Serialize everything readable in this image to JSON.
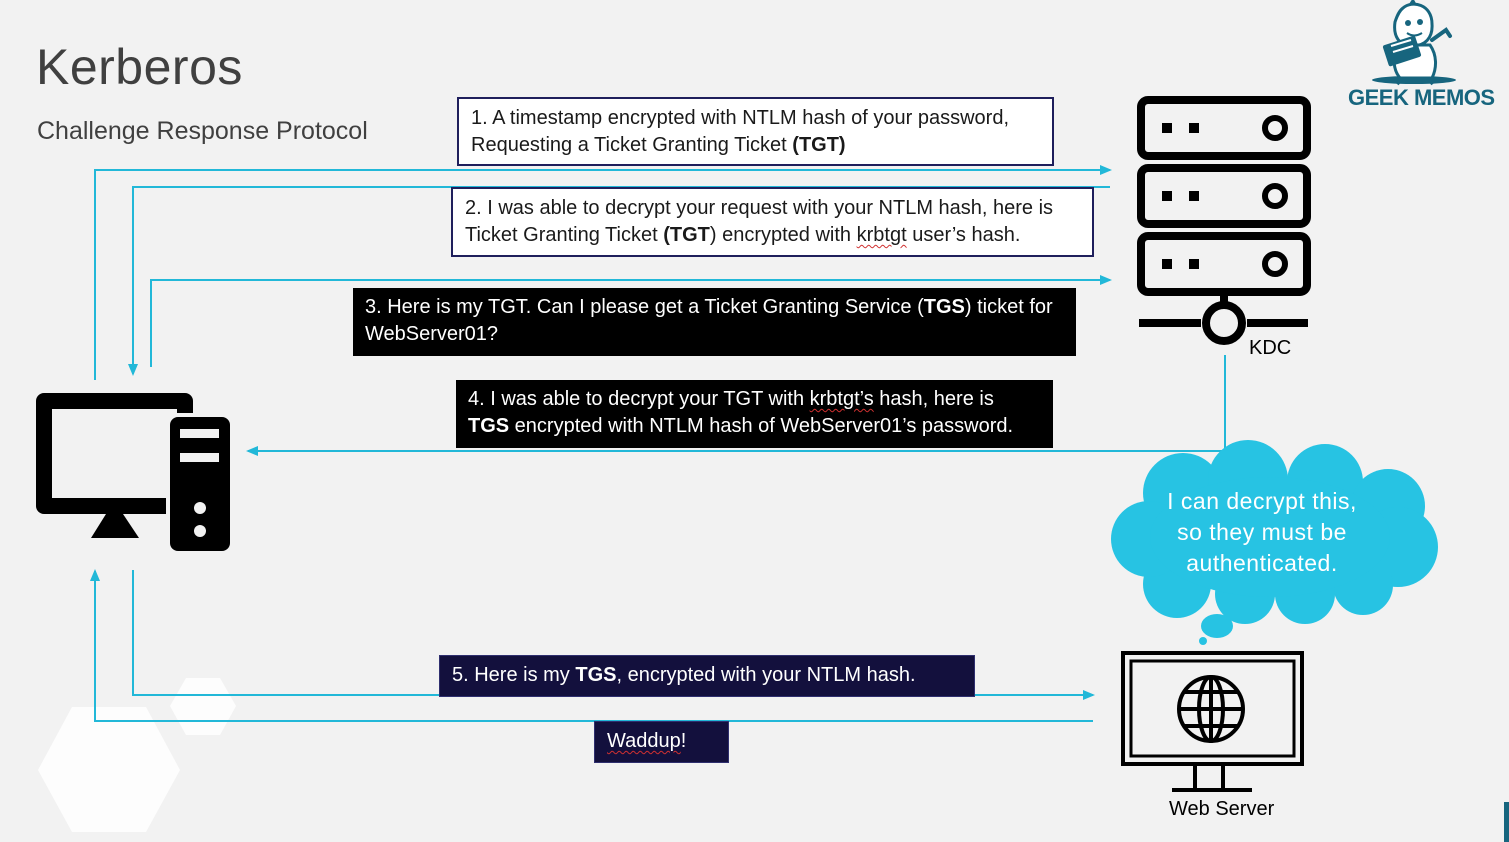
{
  "title": "Kerberos",
  "subtitle": "Challenge Response Protocol",
  "logo_text": "GEEK MEMOS",
  "nodes": {
    "kdc_label": "KDC",
    "web_server_label": "Web Server"
  },
  "messages": {
    "m1": {
      "line1": "1. A timestamp encrypted with NTLM hash of your password,",
      "line2_a": "Requesting a Ticket Granting Ticket ",
      "line2_b": "(TGT)"
    },
    "m2": {
      "line1": "2. I was able to decrypt your request with your NTLM hash, here is",
      "line2_a": "Ticket Granting Ticket ",
      "line2_b": "(TGT",
      "line2_c": ") encrypted with ",
      "line2_d": "krbtgt",
      "line2_e": " user’s hash."
    },
    "m3": {
      "line1_a": "3. Here is my TGT. Can I please get a Ticket Granting Service (",
      "line1_b": "TGS",
      "line1_c": ") ticket for",
      "line2": "WebServer01?"
    },
    "m4": {
      "line1_a": "4. I was able to decrypt your TGT with ",
      "line1_b": "krbtgt’s",
      "line1_c": " hash, here is",
      "line2_a": "TGS",
      "line2_b": " encrypted with NTLM hash of WebServer01’s password."
    },
    "m5": {
      "text_a": "5. Here is my ",
      "text_b": "TGS",
      "text_c": ", encrypted with your NTLM hash."
    },
    "m6": {
      "text_a": "Waddup",
      "text_b": "!"
    }
  },
  "thought_bubble": {
    "line1": "I can decrypt this,",
    "line2": "so they must be",
    "line3": "authenticated."
  },
  "colors": {
    "background": "#f2f2f2",
    "arrow": "#22b8d8",
    "cloud": "#27c3e3",
    "box_border": "#1f1f5c",
    "navy_box": "#13103d",
    "logo": "#17657e"
  }
}
